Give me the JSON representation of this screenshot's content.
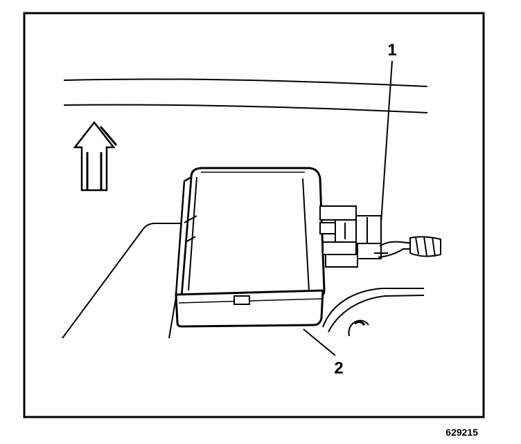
{
  "diagram": {
    "callouts": [
      {
        "label": "1",
        "target": "electrical-connector"
      },
      {
        "label": "2",
        "target": "module"
      }
    ],
    "figure_id": "629215",
    "colors": {
      "ink": "#000000",
      "paper": "#ffffff"
    },
    "icons": {
      "direction_arrow": "up-arrow-icon"
    }
  }
}
